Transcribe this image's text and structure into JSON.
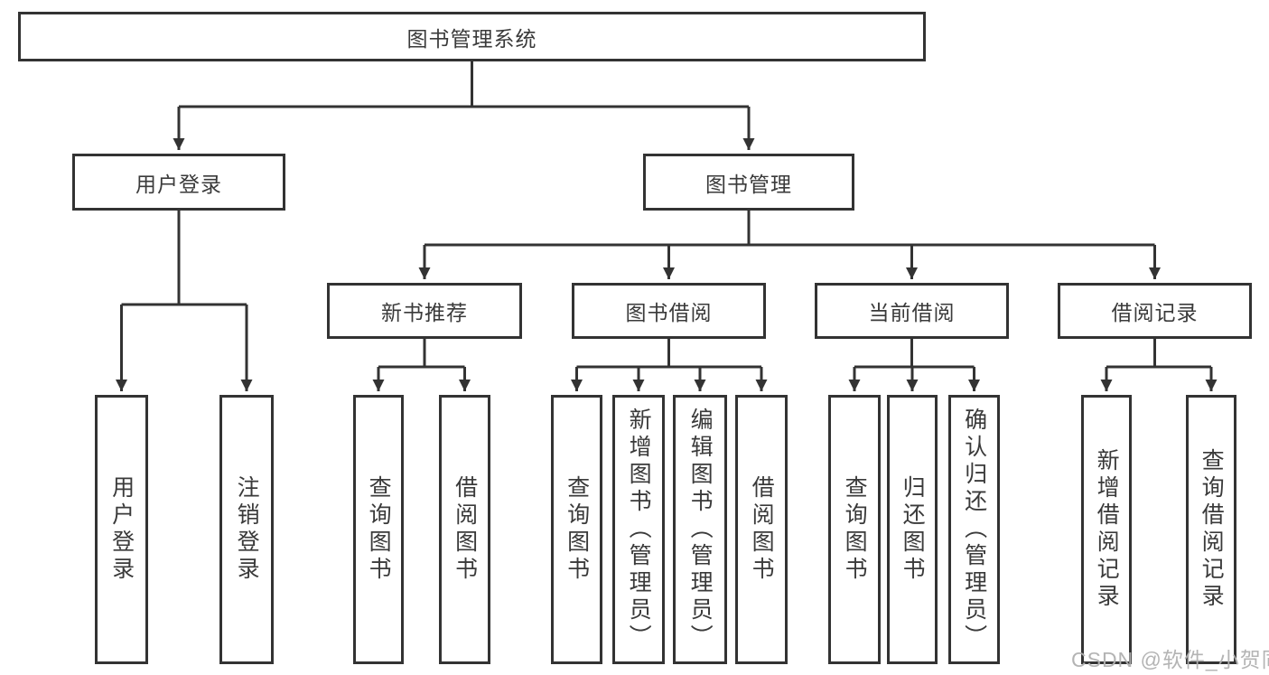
{
  "tree": {
    "label": "图书管理系统",
    "children": [
      {
        "label": "用户登录",
        "children": [
          {
            "label": "用户登录"
          },
          {
            "label": "注销登录"
          }
        ]
      },
      {
        "label": "图书管理",
        "children": [
          {
            "label": "新书推荐",
            "children": [
              {
                "label": "查询图书"
              },
              {
                "label": "借阅图书"
              }
            ]
          },
          {
            "label": "图书借阅",
            "children": [
              {
                "label": "查询图书"
              },
              {
                "label": "新增图书（管理员）"
              },
              {
                "label": "编辑图书（管理员）"
              },
              {
                "label": "借阅图书"
              }
            ]
          },
          {
            "label": "当前借阅",
            "children": [
              {
                "label": "查询图书"
              },
              {
                "label": "归还图书"
              },
              {
                "label": "确认归还（管理员）"
              }
            ]
          },
          {
            "label": "借阅记录",
            "children": [
              {
                "label": "新增借阅记录"
              },
              {
                "label": "查询借阅记录"
              }
            ]
          }
        ]
      }
    ]
  },
  "watermark": {
    "text": "CSDN @软件_小贺同学"
  },
  "colors": {
    "line": "#333333",
    "text": "#3a3a3a",
    "watermark": "#b0b0b0",
    "background": "#ffffff"
  }
}
